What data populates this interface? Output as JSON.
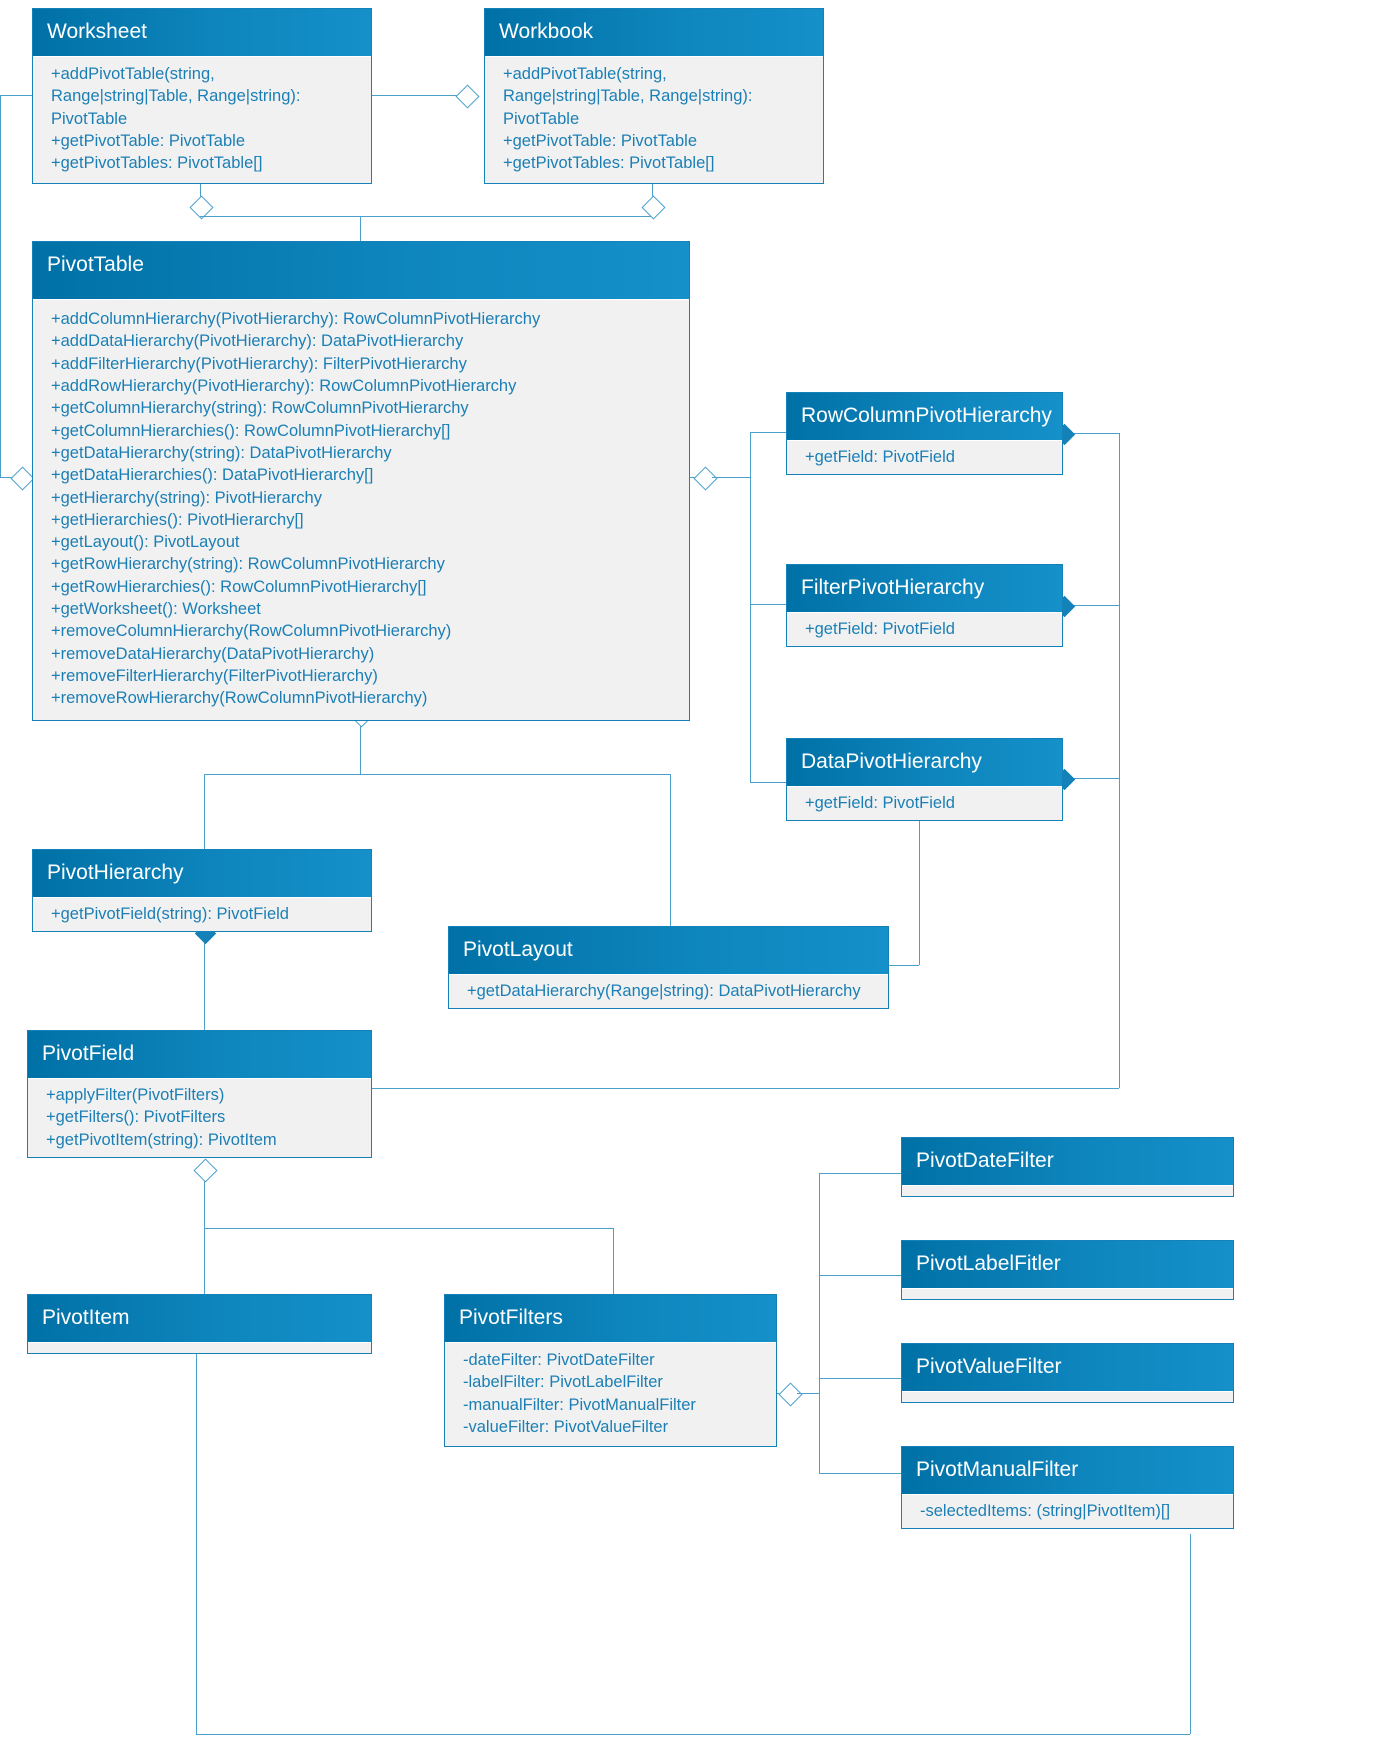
{
  "diagram": {
    "title": "Excel JavaScript API PivotTable class diagram",
    "accent": "#0e85bd",
    "line_color": "#4a9fcb",
    "body_bg": "#f1f1f1",
    "member_color": "#1b7fb5"
  },
  "classes": {
    "worksheet": {
      "name": "Worksheet",
      "members": [
        "+addPivotTable(string, Range|string|Table, Range|string): PivotTable",
        "+getPivotTable: PivotTable",
        "+getPivotTables: PivotTable[]"
      ]
    },
    "workbook": {
      "name": "Workbook",
      "members": [
        "+addPivotTable(string, Range|string|Table, Range|string): PivotTable",
        "+getPivotTable: PivotTable",
        "+getPivotTables: PivotTable[]"
      ]
    },
    "pivot_table": {
      "name": "PivotTable",
      "members": [
        "+addColumnHierarchy(PivotHierarchy): RowColumnPivotHierarchy",
        "+addDataHierarchy(PivotHierarchy): DataPivotHierarchy",
        "+addFilterHierarchy(PivotHierarchy): FilterPivotHierarchy",
        "+addRowHierarchy(PivotHierarchy): RowColumnPivotHierarchy",
        "+getColumnHierarchy(string): RowColumnPivotHierarchy",
        "+getColumnHierarchies(): RowColumnPivotHierarchy[]",
        "+getDataHierarchy(string): DataPivotHierarchy",
        "+getDataHierarchies(): DataPivotHierarchy[]",
        "+getHierarchy(string): PivotHierarchy",
        "+getHierarchies(): PivotHierarchy[]",
        "+getLayout(): PivotLayout",
        "+getRowHierarchy(string): RowColumnPivotHierarchy",
        "+getRowHierarchies(): RowColumnPivotHierarchy[]",
        "+getWorksheet(): Worksheet",
        "+removeColumnHierarchy(RowColumnPivotHierarchy)",
        "+removeDataHierarchy(DataPivotHierarchy)",
        "+removeFilterHierarchy(FilterPivotHierarchy)",
        "+removeRowHierarchy(RowColumnPivotHierarchy)"
      ]
    },
    "row_column_pivot_hierarchy": {
      "name": "RowColumnPivotHierarchy",
      "members": [
        "+getField: PivotField"
      ]
    },
    "filter_pivot_hierarchy": {
      "name": "FilterPivotHierarchy",
      "members": [
        "+getField: PivotField"
      ]
    },
    "data_pivot_hierarchy": {
      "name": "DataPivotHierarchy",
      "members": [
        "+getField: PivotField"
      ]
    },
    "pivot_hierarchy": {
      "name": "PivotHierarchy",
      "members": [
        "+getPivotField(string): PivotField"
      ]
    },
    "pivot_layout": {
      "name": "PivotLayout",
      "members": [
        "+getDataHierarchy(Range|string): DataPivotHierarchy"
      ]
    },
    "pivot_field": {
      "name": "PivotField",
      "members": [
        "+applyFilter(PivotFilters)",
        "+getFilters(): PivotFilters",
        "+getPivotItem(string): PivotItem"
      ]
    },
    "pivot_item": {
      "name": "PivotItem",
      "members": []
    },
    "pivot_filters": {
      "name": "PivotFilters",
      "members": [
        "-dateFilter: PivotDateFilter",
        "-labelFilter: PivotLabelFilter",
        "-manualFilter: PivotManualFilter",
        "-valueFilter: PivotValueFilter"
      ]
    },
    "pivot_date_filter": {
      "name": "PivotDateFilter",
      "members": []
    },
    "pivot_label_filter": {
      "name": "PivotLabelFitler",
      "members": []
    },
    "pivot_value_filter": {
      "name": "PivotValueFilter",
      "members": []
    },
    "pivot_manual_filter": {
      "name": "PivotManualFilter",
      "members": [
        "-selectedItems: (string|PivotItem)[]"
      ]
    }
  }
}
